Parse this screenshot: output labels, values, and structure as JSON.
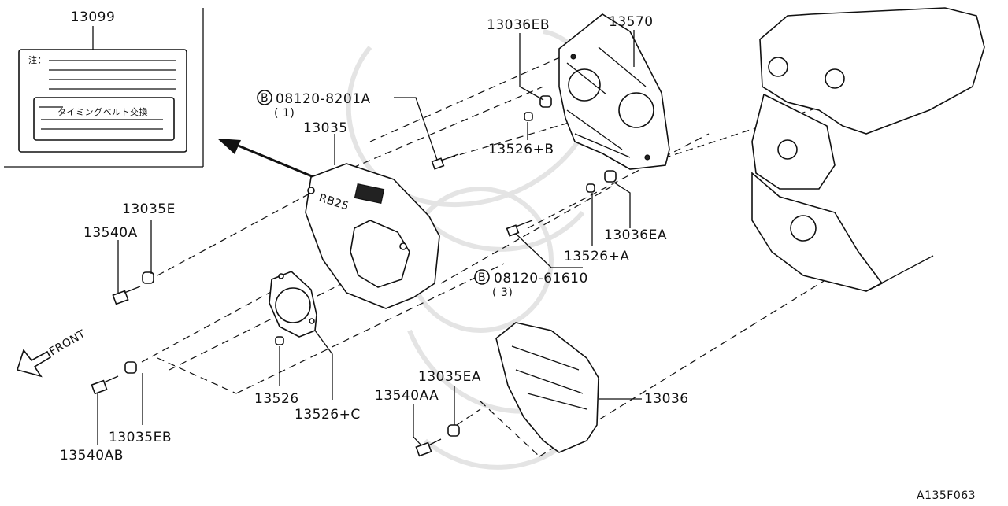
{
  "diagram": {
    "drawing_code": "A135F063",
    "note_label": {
      "part_number": "13099",
      "caution_mark": "注：",
      "timing_belt_text": "タイミングベルト交換"
    },
    "engine_marking": "RB25",
    "arrow_label": "FRONT",
    "callouts": {
      "c13036EB": "13036EB",
      "c13570": "13570",
      "c08120_8201A": "08120-8201A",
      "c08120_8201A_qty": "( 1)",
      "c13035": "13035",
      "c13526B": "13526+B",
      "c13035E": "13035E",
      "c13540A": "13540A",
      "c13036EA": "13036EA",
      "c13526A": "13526+A",
      "c08120_61610": "08120-61610",
      "c08120_61610_qty": "( 3)",
      "c13035EA": "13035EA",
      "c13540AA": "13540AA",
      "c13036": "13036",
      "c13526": "13526",
      "c13526C": "13526+C",
      "c13035EB": "13035EB",
      "c13540AB": "13540AB"
    },
    "bolt_marker": "B"
  }
}
